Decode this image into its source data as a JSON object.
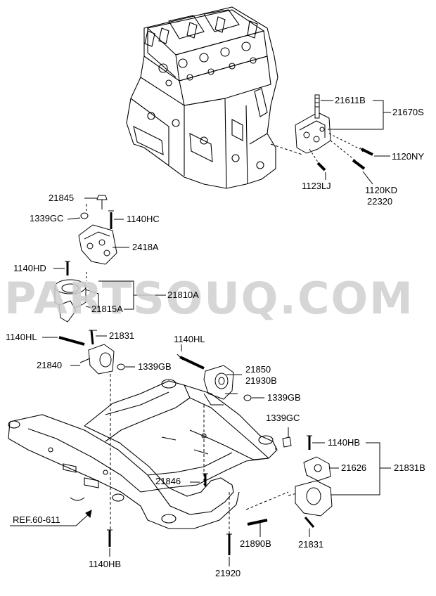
{
  "watermark": "PARTSOUQ.COM",
  "colors": {
    "ink": "#000000",
    "watermark": "#d0d0d0",
    "background": "#ffffff"
  },
  "labels": {
    "l21611B": "21611B",
    "l21670S": "21670S",
    "l1120NY": "1120NY",
    "l1123LJ": "1123LJ",
    "l1120KD": "1120KD",
    "l22320": "22320",
    "l21845": "21845",
    "l1339GC_top": "1339GC",
    "l1140HC": "1140HC",
    "l2418A": "2418A",
    "l1140HD": "1140HD",
    "l21810A": "21810A",
    "l21815A": "21815A",
    "l1140HL_left": "1140HL",
    "l21831_top": "21831",
    "l1140HL_mid": "1140HL",
    "l21840": "21840",
    "l1339GB_left": "1339GB",
    "l21850": "21850",
    "l21930B": "21930B",
    "l1339GB_right": "1339GB",
    "l1339GC_right": "1339GC",
    "l1140HB_right": "1140HB",
    "l21626": "21626",
    "l21831B": "21831B",
    "l21846": "21846",
    "lREF": "REF.60-611",
    "l21890B": "21890B",
    "l21831_bottom": "21831",
    "l1140HB_bottom": "1140HB",
    "l21920": "21920"
  }
}
